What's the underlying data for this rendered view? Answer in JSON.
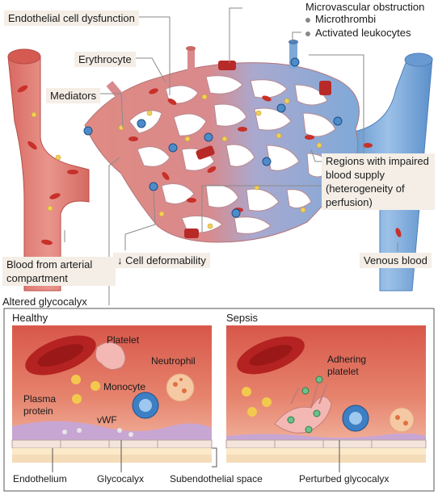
{
  "labels": {
    "endothelial_dysfunction": "Endothelial cell dysfunction",
    "microvascular_obstruction": "Microvascular obstruction",
    "microthrombi": "Microthrombi",
    "activated_leukocytes": "Activated leukocytes",
    "erythrocyte": "Erythrocyte",
    "mediators": "Mediators",
    "regions_impaired": [
      "Regions with impaired",
      "blood supply",
      "(heterogeneity of",
      "perfusion)"
    ],
    "cell_deformability": "↓ Cell deformability",
    "blood_arterial": [
      "Blood from arterial",
      "compartment"
    ],
    "venous_blood": "Venous blood",
    "altered_glycocalyx": "Altered glycocalyx"
  },
  "healthy": {
    "title": "Healthy",
    "platelet": "Platelet",
    "neutrophil": "Neutrophil",
    "monocyte": "Monocyte",
    "plasma_protein": [
      "Plasma",
      "protein"
    ],
    "vwf": "vWF"
  },
  "sepsis": {
    "title": "Sepsis",
    "adhering_platelet": [
      "Adhering",
      "platelet"
    ]
  },
  "bottom_labels": {
    "endothelium": "Endothelium",
    "glycocalyx": "Glycocalyx",
    "subendothelial": "Subendothelial space",
    "perturbed": "Perturbed glycocalyx"
  },
  "colors": {
    "label_bg": "#f4eee6",
    "artery": "#d9736a",
    "vein": "#7aa8d6",
    "rbc": "#c8302a"
  }
}
